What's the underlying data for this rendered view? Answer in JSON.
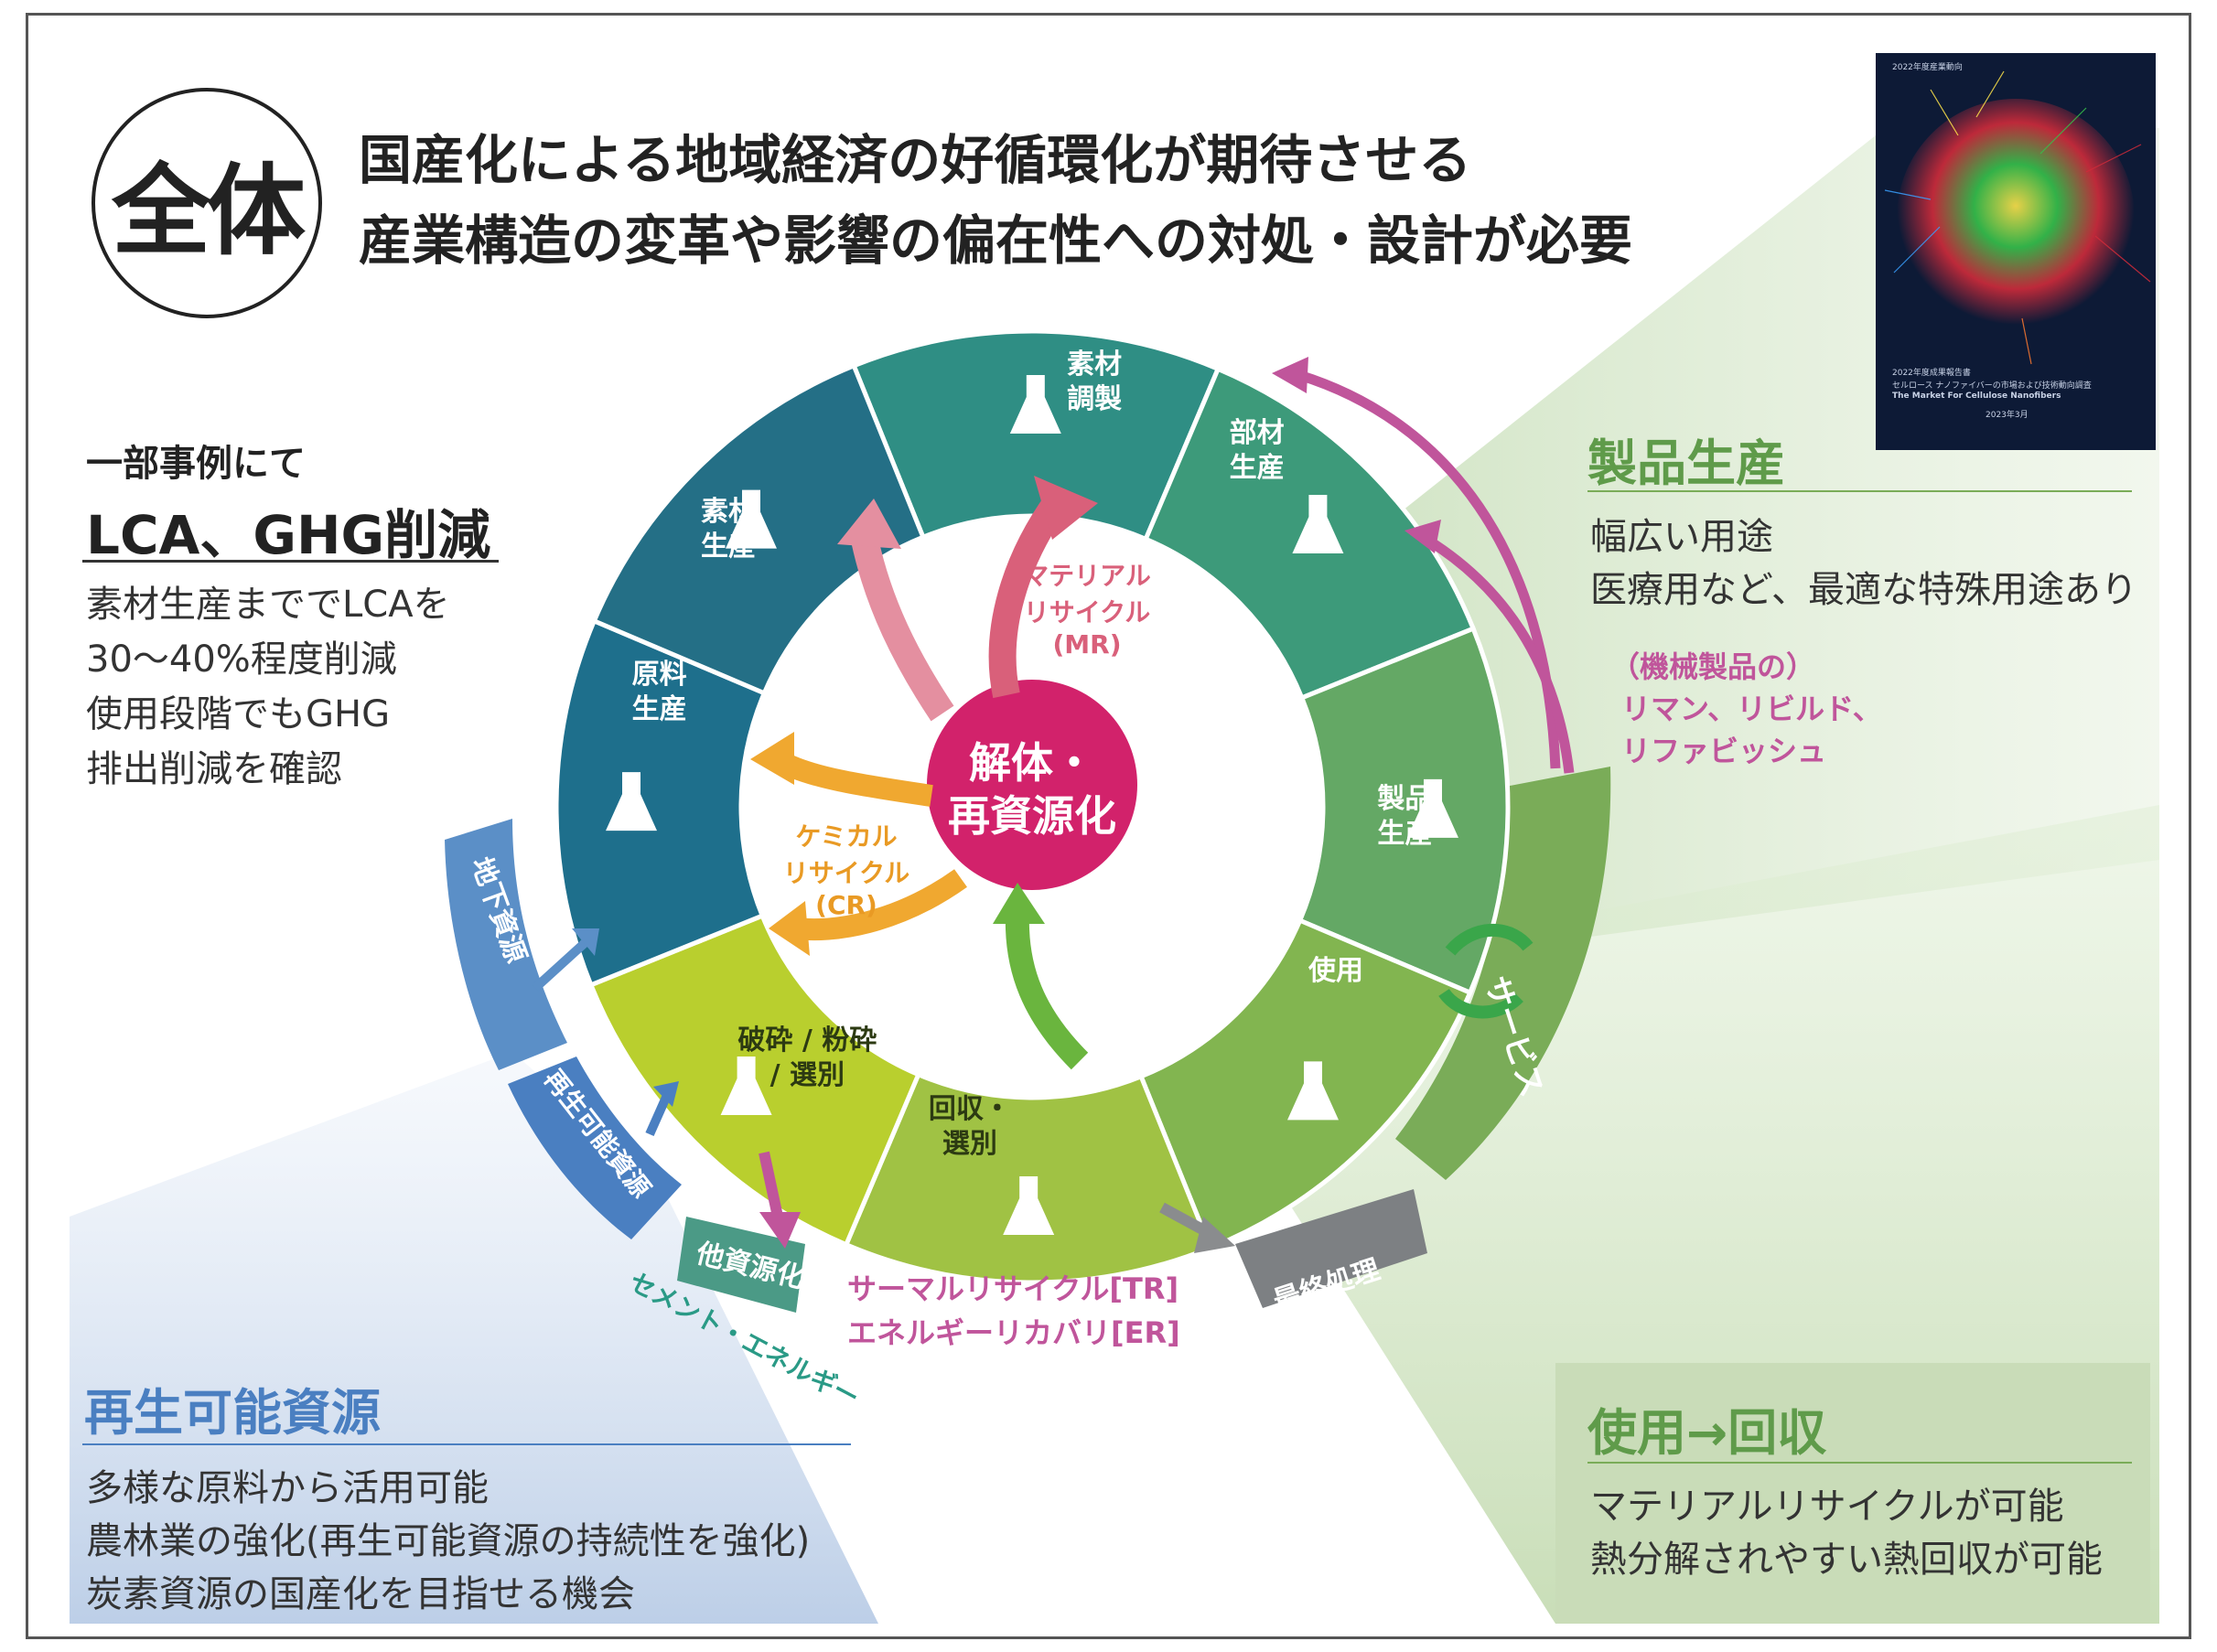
{
  "badge": "全体",
  "headline": [
    "国産化による地域経済の好循環化が期待させる",
    "産業構造の変革や影響の偏在性への対処・設計が必要"
  ],
  "lca": {
    "intro": "一部事例にて",
    "title": "LCA、GHG削減",
    "lines": [
      "素材生産まででLCAを",
      "30〜40%程度削減",
      "使用段階でもGHG",
      "排出削減を確認"
    ]
  },
  "product": {
    "title": "製品生産",
    "lines": [
      "幅広い用途",
      "医療用など、最適な特殊用途あり"
    ],
    "reman": [
      "（機械製品の）",
      "リマン、リビルド、",
      "リファビッシュ"
    ]
  },
  "renewable": {
    "title": "再生可能資源",
    "lines": [
      "多様な原料から活用可能",
      "農林業の強化(再生可能資源の持続性を強化)",
      "炭素資源の国産化を目指せる機会"
    ]
  },
  "use_recovery": {
    "title": "使用→回収",
    "lines": [
      "マテリアルリサイクルが可能",
      "熱分解されやすい熱回収が可能"
    ]
  },
  "cycle": {
    "center": [
      "解体・",
      "再資源化"
    ],
    "segments": [
      {
        "lines": [
          "素材",
          "調製"
        ],
        "color": "#2f8e84",
        "icon": "flask-icon"
      },
      {
        "lines": [
          "部材",
          "生産"
        ],
        "color": "#3d9a7a",
        "icon": "factory-gear-icon"
      },
      {
        "lines": [
          "製品",
          "生産"
        ],
        "color": "#64a865",
        "icon": "factory-car-icon"
      },
      {
        "lines": [
          "使用"
        ],
        "color": "#82b550",
        "icon": "hands-icon"
      },
      {
        "lines": [
          "回収・",
          "選別"
        ],
        "color": "#a0c244",
        "icon": "truck-icon"
      },
      {
        "lines": [
          "破砕 / 粉砕",
          "/ 選別"
        ],
        "color": "#b9cf2e",
        "icon": "sorting-icon"
      },
      {
        "lines": [
          "原料",
          "生産"
        ],
        "color": "#1e6f8c",
        "icon": "rock-icon"
      },
      {
        "lines": [
          "素材",
          "生産"
        ],
        "color": "#246f86",
        "icon": "beaker-icon"
      }
    ],
    "material_recycle": [
      "マテリアル",
      "リサイクル",
      "(MR)"
    ],
    "chemical_recycle": [
      "ケミカル",
      "リサイクル",
      "(CR)"
    ],
    "service": "サービス",
    "underground": "地下資源",
    "renewable_band": "再生可能資源",
    "other_resource": "他資源化",
    "cement_energy": "セメント・エネルギー",
    "final_disposal": "最終処理",
    "thermal": [
      "サーマルリサイクル[TR]",
      "エネルギーリカバリ[ER]"
    ]
  },
  "cover": {
    "lines": [
      "2022年度産業動向",
      "2022年度成果報告書",
      "セルロース ナノファイバーの市場および技術動向調査",
      "The Market For Cellulose Nanofibers",
      "2023年3月"
    ]
  },
  "colors": {
    "mr_arrow": "#d9607a",
    "cr_arrow": "#f0a830",
    "service_band": "#7aac58",
    "magenta": "#c0559b",
    "renew_blue": "#4a7fc1"
  }
}
